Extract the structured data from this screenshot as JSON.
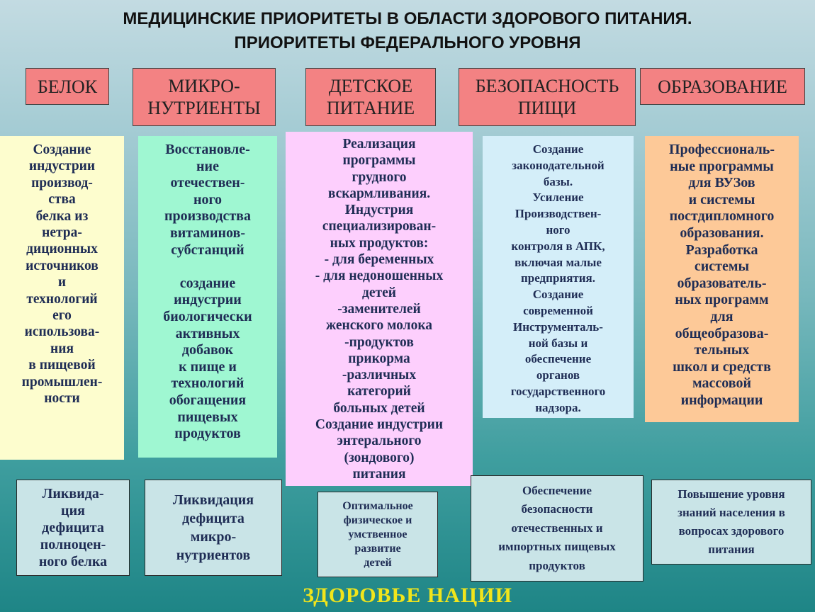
{
  "title": {
    "line1": "МЕДИЦИНСКИЕ ПРИОРИТЕТЫ В ОБЛАСТИ ЗДОРОВОГО ПИТАНИЯ.",
    "line2": "ПРИОРИТЕТЫ ФЕДЕРАЛЬНОГО УРОВНЯ"
  },
  "colors": {
    "header_fill": "#f38283",
    "col1_fill": "#fdfdce",
    "col2_fill": "#9ff7d2",
    "col3_fill": "#fdcffd",
    "col4_fill": "#d4eef9",
    "col5_fill": "#fdc998",
    "bottom_fill": "#c9e4e7",
    "footer_text": "#f1e51b"
  },
  "columns": [
    {
      "header": "БЕЛОК",
      "detail": "Создание\nиндустрии\nпроизвод-\nства\nбелка из\nнетра-\nдиционных\nисточников\nи\nтехнологий\nего\nиспользова-\nния\nв пищевой\nпромышлен-\nности",
      "outcome": "Ликвида-\nция\nдефицита\nполноцен-\nного белка"
    },
    {
      "header": "МИКРО-\nНУТРИЕНТЫ",
      "detail": "Восстановле-\nние\nотечествен-\nного\nпроизводства\nвитаминов-\nсубстанций\n\nсоздание\nиндустрии\nбиологически\nактивных\nдобавок\nк пище и\nтехнологий\nобогащения\nпищевых\nпродуктов",
      "outcome": "Ликвидация\nдефицита\nмикро-\nнутриентов"
    },
    {
      "header": "ДЕТСКОЕ\nПИТАНИЕ",
      "detail": "Реализация\nпрограммы\nгрудного\nвскармливания.\nИндустрия\nспециализирован-\nных продуктов:\n- для беременных\n- для недоношенных\nдетей\n-заменителей\nженского молока\n-продуктов\nприкорма\n-различных\nкатегорий\nбольных детей\nСоздание индустрии\nэнтерального\n(зондового)\nпитания",
      "outcome": "Оптимальное\nфизическое и\nумственное\nразвитие\nдетей"
    },
    {
      "header": "БЕЗОПАСНОСТЬ\nПИЩИ",
      "detail": "Создание\nзаконодательной\nбазы.\nУсиление\nПроизводствен-\nного\nконтроля в АПК,\nвключая малые\nпредприятия.\nСоздание\nсовременной\nИнструменталь-\nной базы и\nобеспечение\nорганов\nгосударственного\nнадзора.",
      "outcome": "Обеспечение\nбезопасности\nотечественных и\nимпортных пищевых\nпродуктов"
    },
    {
      "header": "ОБРАЗОВАНИЕ",
      "detail": "Профессиональ-\nные программы\nдля ВУЗов\nи системы\nпостдипломного\nобразования.\nРазработка\nсистемы\nобразователь-\nных программ\nдля\nобщеобразова-\nтельных\nшкол и средств\nмассовой\nинформации",
      "outcome": "Повышение уровня\nзнаний населения в\nвопросах здорового\nпитания"
    }
  ],
  "footer": "ЗДОРОВЬЕ  НАЦИИ"
}
